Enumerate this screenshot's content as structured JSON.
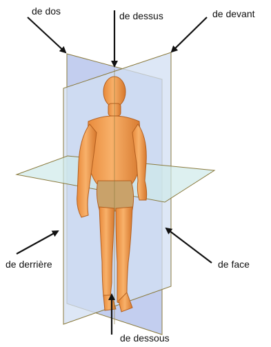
{
  "labels": {
    "dos": "de dos",
    "dessus": "de dessus",
    "devant": "de devant",
    "derriere": "de derrière",
    "face": "de face",
    "dessous": "de dessous"
  },
  "colors": {
    "frontal_plane": "#b9c6ec",
    "sagittal_plane": "#d2dff3",
    "transverse_plane": "#cfeaea",
    "plane_edge": "#8a7a3c",
    "skin": "#f3a45a",
    "skin_shadow": "#d9792a",
    "arrow": "#111111"
  },
  "icons": {
    "arrow": "arrow-icon",
    "figure": "human-figure"
  }
}
